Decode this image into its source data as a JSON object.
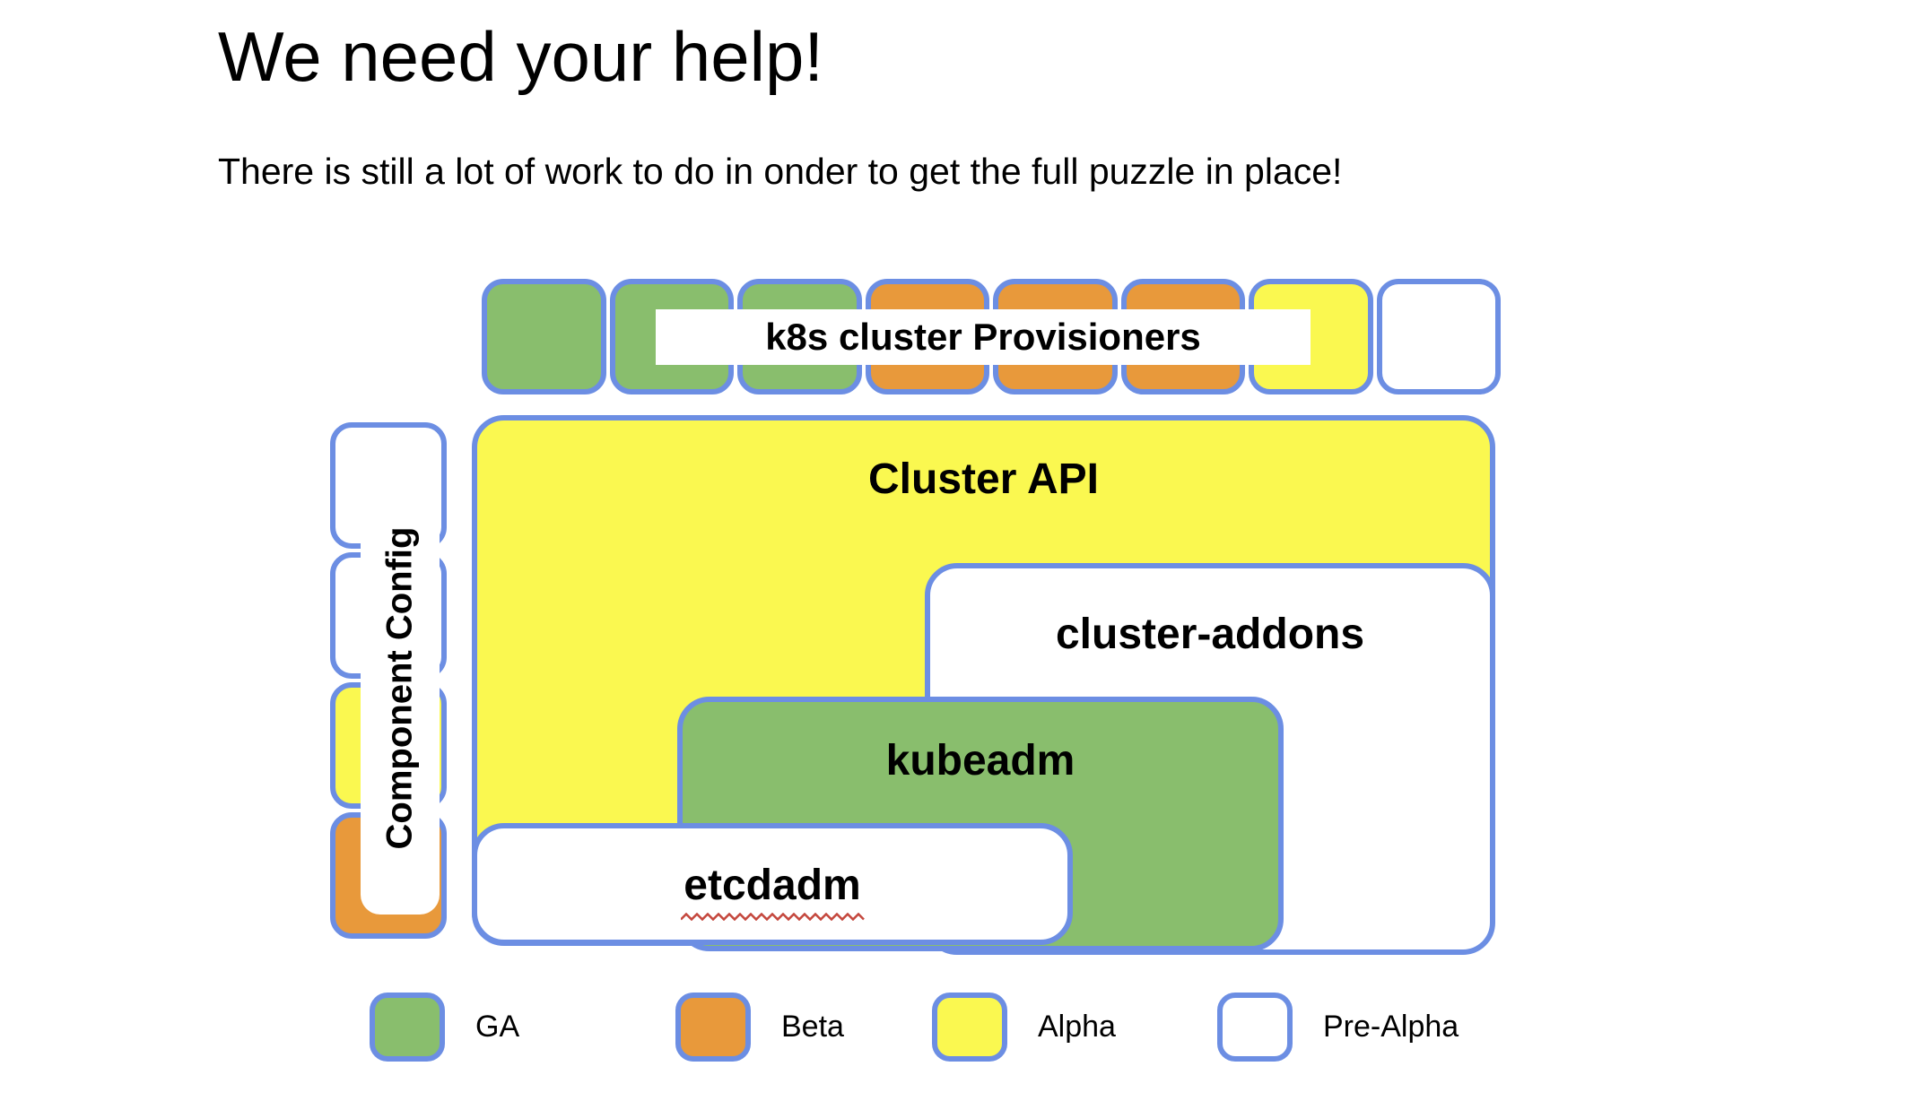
{
  "slide": {
    "title": "We need your help!",
    "subtitle": "There is still a lot of work to do in onder to get the full puzzle in place!"
  },
  "diagram": {
    "provisioners": {
      "label": "k8s cluster Provisioners",
      "pieces": [
        {
          "status": "GA",
          "color": "#89BE6D"
        },
        {
          "status": "GA",
          "color": "#89BE6D"
        },
        {
          "status": "GA",
          "color": "#89BE6D"
        },
        {
          "status": "Beta",
          "color": "#E8993B"
        },
        {
          "status": "Beta",
          "color": "#E8993B"
        },
        {
          "status": "Beta",
          "color": "#E8993B"
        },
        {
          "status": "Alpha",
          "color": "#FAF850"
        },
        {
          "status": "Pre-Alpha",
          "color": "#FFFFFF"
        }
      ]
    },
    "component_config": {
      "label": "Component Config",
      "pieces": [
        {
          "status": "Pre-Alpha",
          "color": "#FFFFFF"
        },
        {
          "status": "Pre-Alpha",
          "color": "#FFFFFF"
        },
        {
          "status": "Alpha",
          "color": "#FAF850"
        },
        {
          "status": "Beta",
          "color": "#E8993B"
        }
      ]
    },
    "boxes": {
      "cluster_api": {
        "label": "Cluster API",
        "status": "Alpha",
        "color": "#FAF850"
      },
      "cluster_addons": {
        "label": "cluster-addons",
        "status": "Pre-Alpha",
        "color": "#FFFFFF"
      },
      "kubeadm": {
        "label": "kubeadm",
        "status": "GA",
        "color": "#89BE6D"
      },
      "etcdadm": {
        "label": "etcdadm",
        "status": "Pre-Alpha",
        "color": "#FFFFFF"
      }
    }
  },
  "legend": {
    "items": [
      {
        "label": "GA",
        "color": "#89BE6D"
      },
      {
        "label": "Beta",
        "color": "#E8993B"
      },
      {
        "label": "Alpha",
        "color": "#FAF850"
      },
      {
        "label": "Pre-Alpha",
        "color": "#FFFFFF"
      }
    ]
  },
  "colors": {
    "border": "#6C8EE3",
    "squiggle": "#C4473D",
    "text": "#000000",
    "background": "#FFFFFF"
  }
}
